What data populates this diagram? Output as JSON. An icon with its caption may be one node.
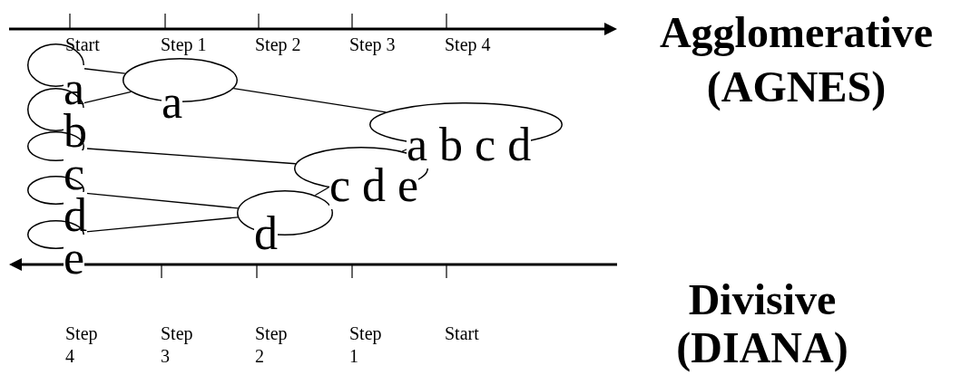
{
  "diagram": {
    "nodes": [
      {
        "text": [
          "a"
        ]
      },
      {
        "text": [
          "b"
        ]
      },
      {
        "text": [
          "c"
        ]
      },
      {
        "text": [
          "d"
        ]
      },
      {
        "text": [
          "e"
        ]
      },
      {
        "text": [
          "a"
        ]
      },
      {
        "text": [
          "d"
        ]
      },
      {
        "text": [
          "c d e"
        ]
      },
      {
        "text": [
          "a b c d"
        ]
      }
    ],
    "edges": [
      {
        "from": 0,
        "to": 5,
        "arrow": "none"
      },
      {
        "from": 1,
        "to": 5,
        "arrow": "none"
      },
      {
        "from": 5,
        "to": 8,
        "arrow": "none"
      },
      {
        "from": 7,
        "to": 8,
        "arrow": "none"
      },
      {
        "from": 2,
        "to": 7,
        "arrow": "none"
      },
      {
        "from": 6,
        "to": 7,
        "arrow": "none"
      },
      {
        "from": 3,
        "to": 6,
        "arrow": "none"
      },
      {
        "from": 4,
        "to": 6,
        "arrow": "none"
      }
    ],
    "labels": [
      "Start",
      "Step 1",
      "Step 2",
      "Step 3",
      "Step 4",
      "Agglomerative (AGNES)",
      "Divisive (DIANA)",
      "Step 4",
      "Step 3",
      "Step 2",
      "Step 1",
      "Start"
    ]
  }
}
